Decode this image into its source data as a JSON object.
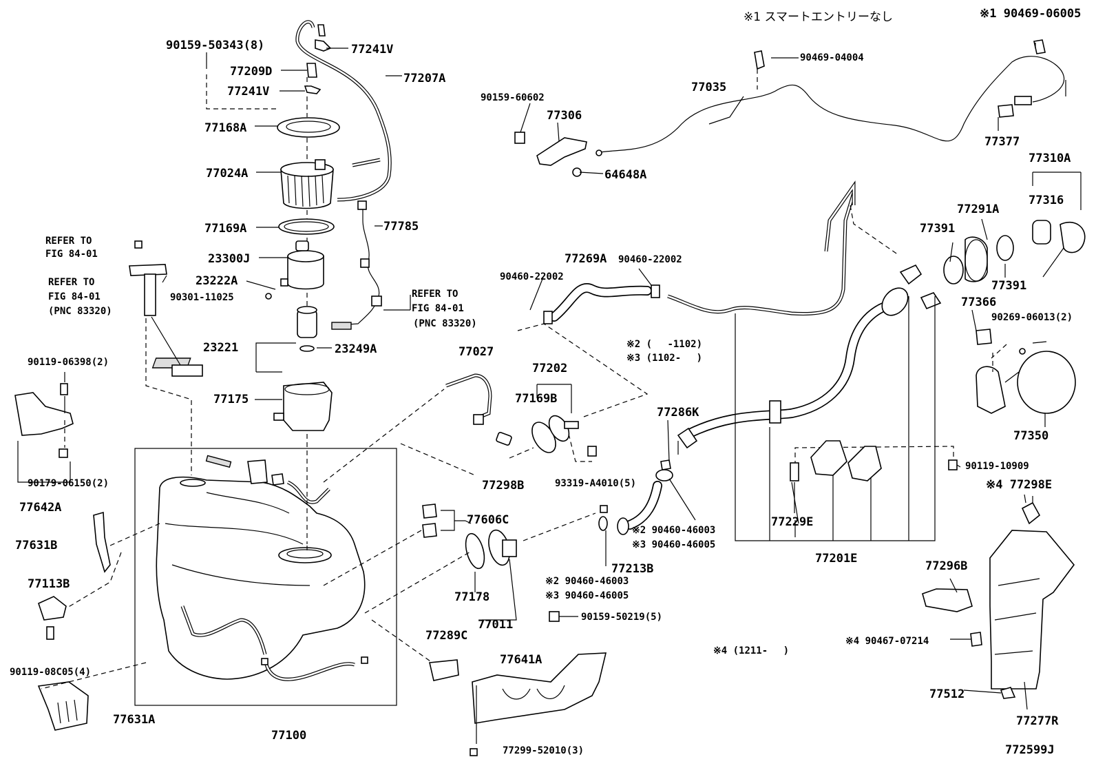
{
  "notes": {
    "top": "※1 スマートエントリーなし",
    "n2": "※2 (　 -1102)",
    "n3": "※3 (1102-　 )",
    "n4": "※4 (1211-　 )"
  },
  "figure_id": "772599J",
  "refs": {
    "r1a": "REFER TO",
    "r1b": "FIG 84-01",
    "r2a": "REFER TO",
    "r2b": "FIG 84-01",
    "r2c": "(PNC 83320)",
    "r3a": "REFER TO",
    "r3b": "FIG 84-01",
    "r3c": "(PNC 83320)"
  },
  "parts": {
    "p9015950343": "90159-50343(8)",
    "p77241V_a": "77241V",
    "p77209D": "77209D",
    "p77207A": "77207A",
    "p77241V_b": "77241V",
    "p77168A": "77168A",
    "p77024A": "77024A",
    "p77169A": "77169A",
    "p77785": "77785",
    "p23300J": "23300J",
    "p23222A": "23222A",
    "p9030111025": "90301-11025",
    "p23221": "23221",
    "p23249A": "23249A",
    "p77175": "77175",
    "p9011906398": "90119-06398(2)",
    "p9017906150": "90179-06150(2)",
    "p77642A": "77642A",
    "p77631B": "77631B",
    "p77113B": "77113B",
    "p9011908C05": "90119-08C05(4)",
    "p77631A": "77631A",
    "p77100": "77100",
    "p77027": "77027",
    "p77202": "77202",
    "p77169B": "77169B",
    "p77298B": "77298B",
    "p93319A4010": "93319-A4010(5)",
    "p77606C": "77606C",
    "p77178": "77178",
    "p77011": "77011",
    "p9015950219": "90159-50219(5)",
    "p77289C": "77289C",
    "p77641A": "77641A",
    "p7729952010": "77299-52010(3)",
    "p9015960602": "90159-60602",
    "p77306": "77306",
    "p64648A": "64648A",
    "p77035": "77035",
    "p9046904004": "90469-04004",
    "p9046906005": "※1 90469-06005",
    "p77377": "77377",
    "p77310A": "77310A",
    "p77316": "77316",
    "p77291A": "77291A",
    "p77391_a": "77391",
    "p77391_b": "77391",
    "p77269A": "77269A",
    "p9046022002_a": "90460-22002",
    "p9046022002_b": "90460-22002",
    "p77366": "77366",
    "p9026906013": "90269-06013(2)",
    "p77350": "77350",
    "p77286K": "77286K",
    "p77229E": "77229E",
    "p77201E": "77201E",
    "p9011910909": "90119-10909",
    "p77298E": "※4 77298E",
    "p77296B": "77296B",
    "p9046707214": "※4 90467-07214",
    "p77512": "77512",
    "p77277R": "77277R",
    "p77213B": "77213B",
    "p9046046003_a": "※2 90460-46003",
    "p9046046005_a": "※3 90460-46005",
    "p9046046003_b": "※2 90460-46003",
    "p9046046005_b": "※3 90460-46005"
  }
}
